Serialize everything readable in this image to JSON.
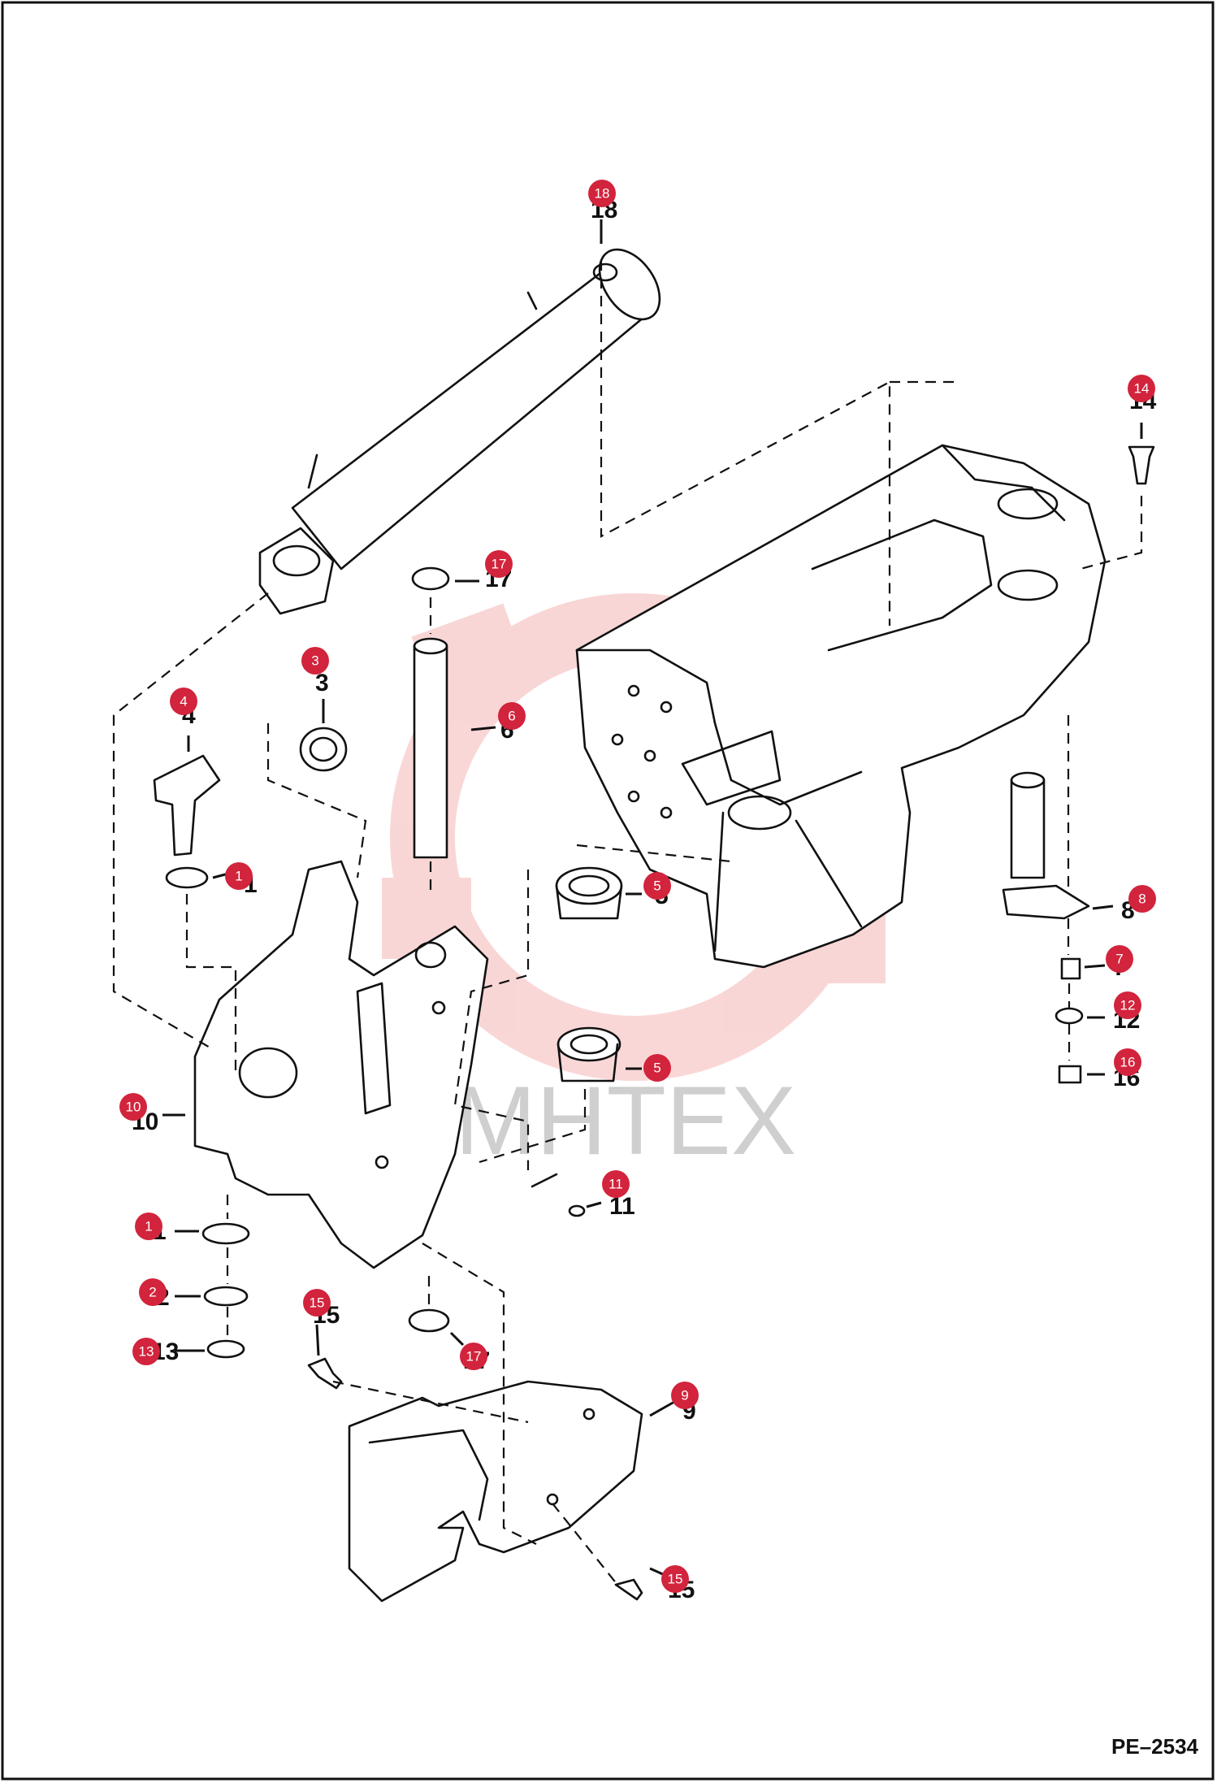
{
  "figure_id": "PE–2534",
  "watermark": {
    "text": "МНТЕХ",
    "color": "#f2b5b5"
  },
  "badge_color": "#d2243c",
  "callouts": [
    {
      "id": "c18",
      "label": "18"
    },
    {
      "id": "c14",
      "label": "14"
    },
    {
      "id": "c17a",
      "label": "17"
    },
    {
      "id": "c3",
      "label": "3"
    },
    {
      "id": "c6",
      "label": "6"
    },
    {
      "id": "c4",
      "label": "4"
    },
    {
      "id": "c1a",
      "label": "1"
    },
    {
      "id": "c5a",
      "label": "5"
    },
    {
      "id": "c8",
      "label": "8"
    },
    {
      "id": "c7",
      "label": "7"
    },
    {
      "id": "c12",
      "label": "12"
    },
    {
      "id": "c5b",
      "label": "5"
    },
    {
      "id": "c16",
      "label": "16"
    },
    {
      "id": "c10",
      "label": "10"
    },
    {
      "id": "c11",
      "label": "11"
    },
    {
      "id": "c1b",
      "label": "1"
    },
    {
      "id": "c2",
      "label": "2"
    },
    {
      "id": "c15a",
      "label": "15"
    },
    {
      "id": "c13",
      "label": "13"
    },
    {
      "id": "c17b",
      "label": "17"
    },
    {
      "id": "c9",
      "label": "9"
    },
    {
      "id": "c15b",
      "label": "15"
    }
  ]
}
